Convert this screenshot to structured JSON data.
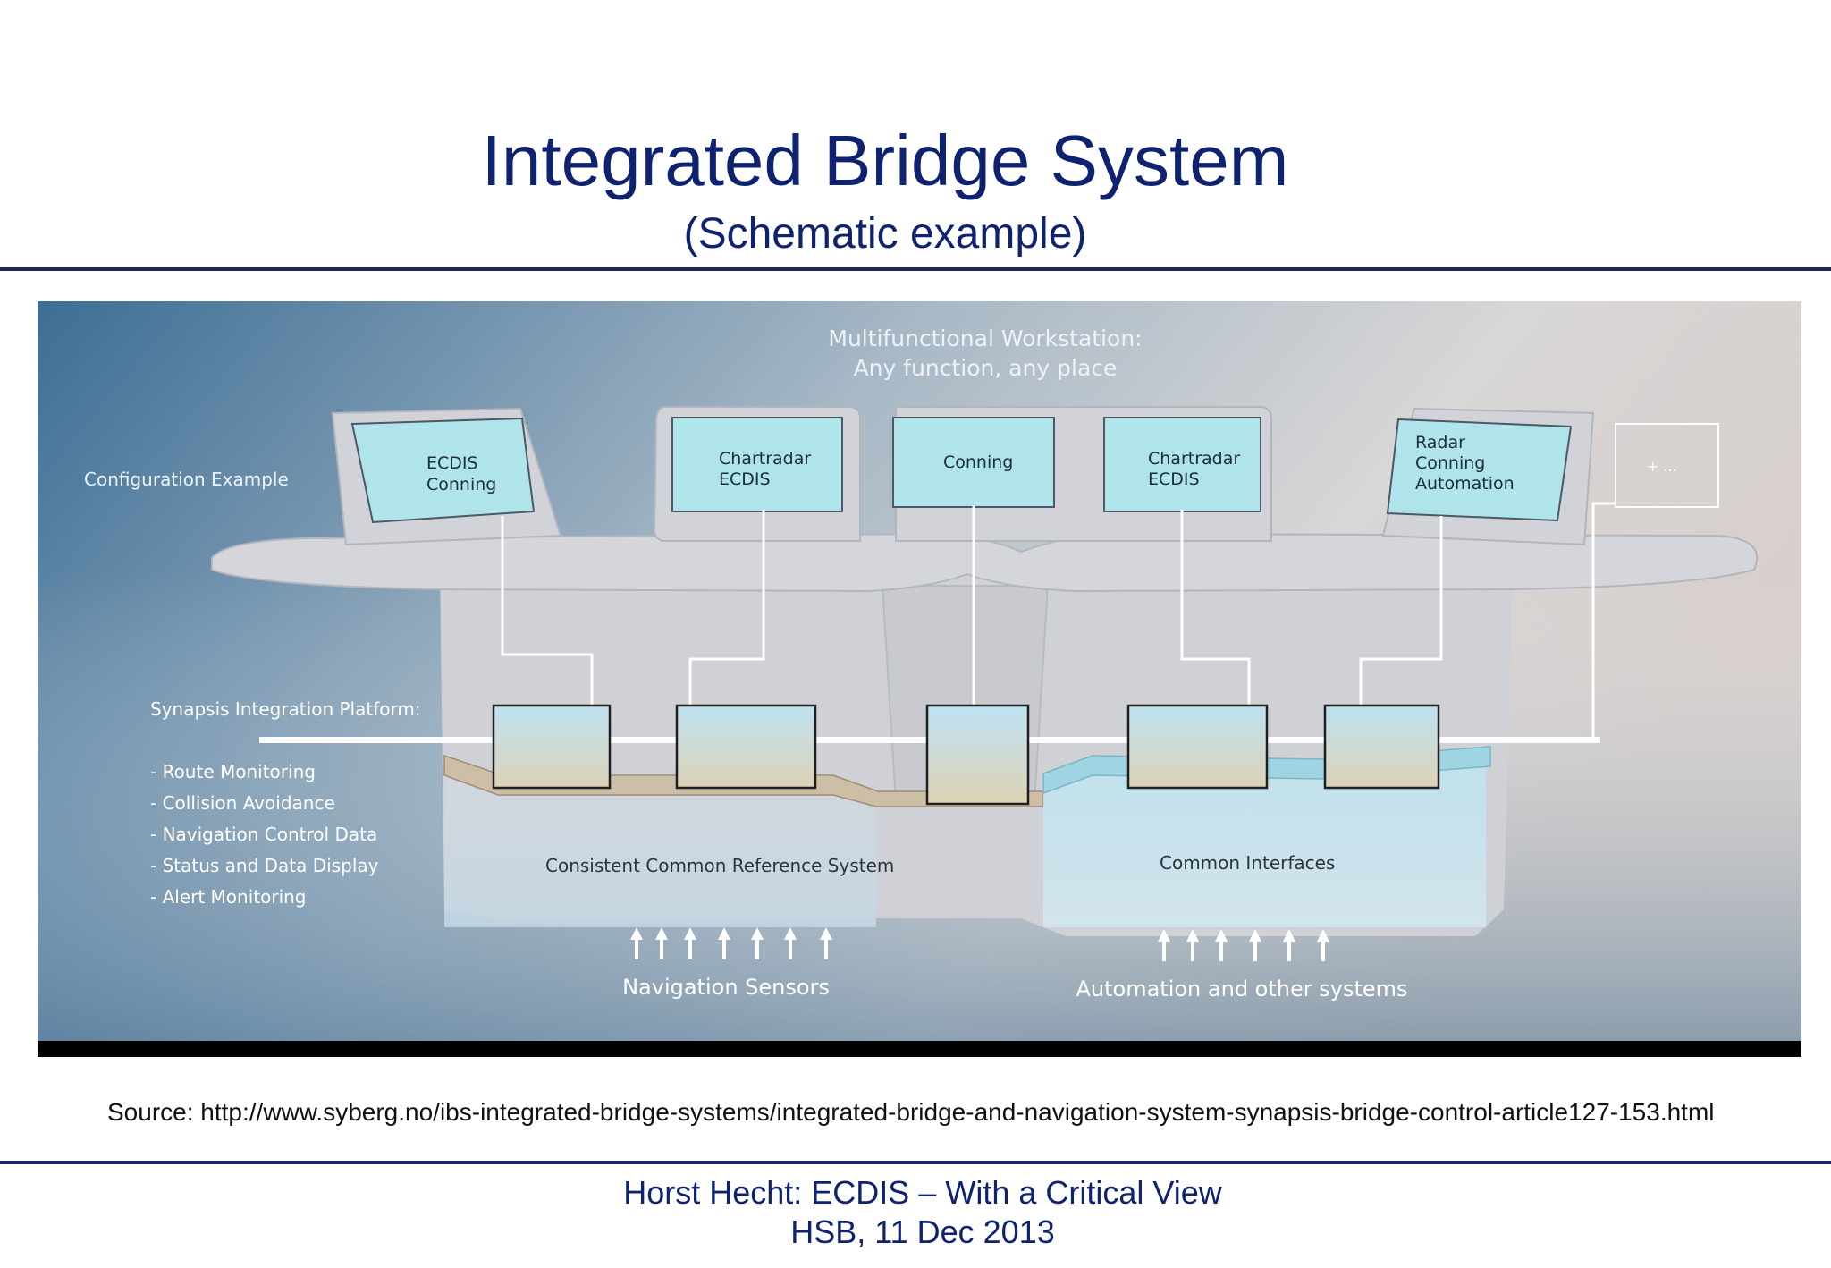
{
  "slide": {
    "title": "Integrated Bridge System",
    "subtitle": "(Schematic example)",
    "source": "Source: http://www.syberg.no/ibs-integrated-bridge-systems/integrated-bridge-and-navigation-system-synapsis-bridge-control-article127-153.html",
    "footer_line1": "Horst Hecht: ECDIS – With a Critical View",
    "footer_line2": "HSB, 11 Dec 2013"
  },
  "diagram": {
    "header_line1": "Multifunctional Workstation:",
    "header_line2": "Any function, any place",
    "config_label": "Configuration Example",
    "platform_label": "Synapsis Integration Platform:",
    "platform_items": [
      "- Route Monitoring",
      "- Collision Avoidance",
      "- Navigation Control Data",
      "- Status and Data Display",
      "- Alert Monitoring"
    ],
    "screens": [
      {
        "lines": [
          "ECDIS",
          "Conning"
        ]
      },
      {
        "lines": [
          "Chartradar",
          "ECDIS"
        ]
      },
      {
        "lines": [
          "Conning"
        ]
      },
      {
        "lines": [
          "Chartradar",
          "ECDIS"
        ]
      },
      {
        "lines": [
          "Radar",
          "Conning",
          "Automation"
        ]
      }
    ],
    "extra_screen_label": "+ ...",
    "reference_system_label": "Consistent Common Reference System",
    "interfaces_label": "Common Interfaces",
    "sensors_label": "Navigation Sensors",
    "automation_label": "Automation and other systems",
    "colors": {
      "title": "#0f2270",
      "screen": "#a9e3ea",
      "console": "#cfd2d8",
      "background_left": "#3a6b92"
    }
  }
}
